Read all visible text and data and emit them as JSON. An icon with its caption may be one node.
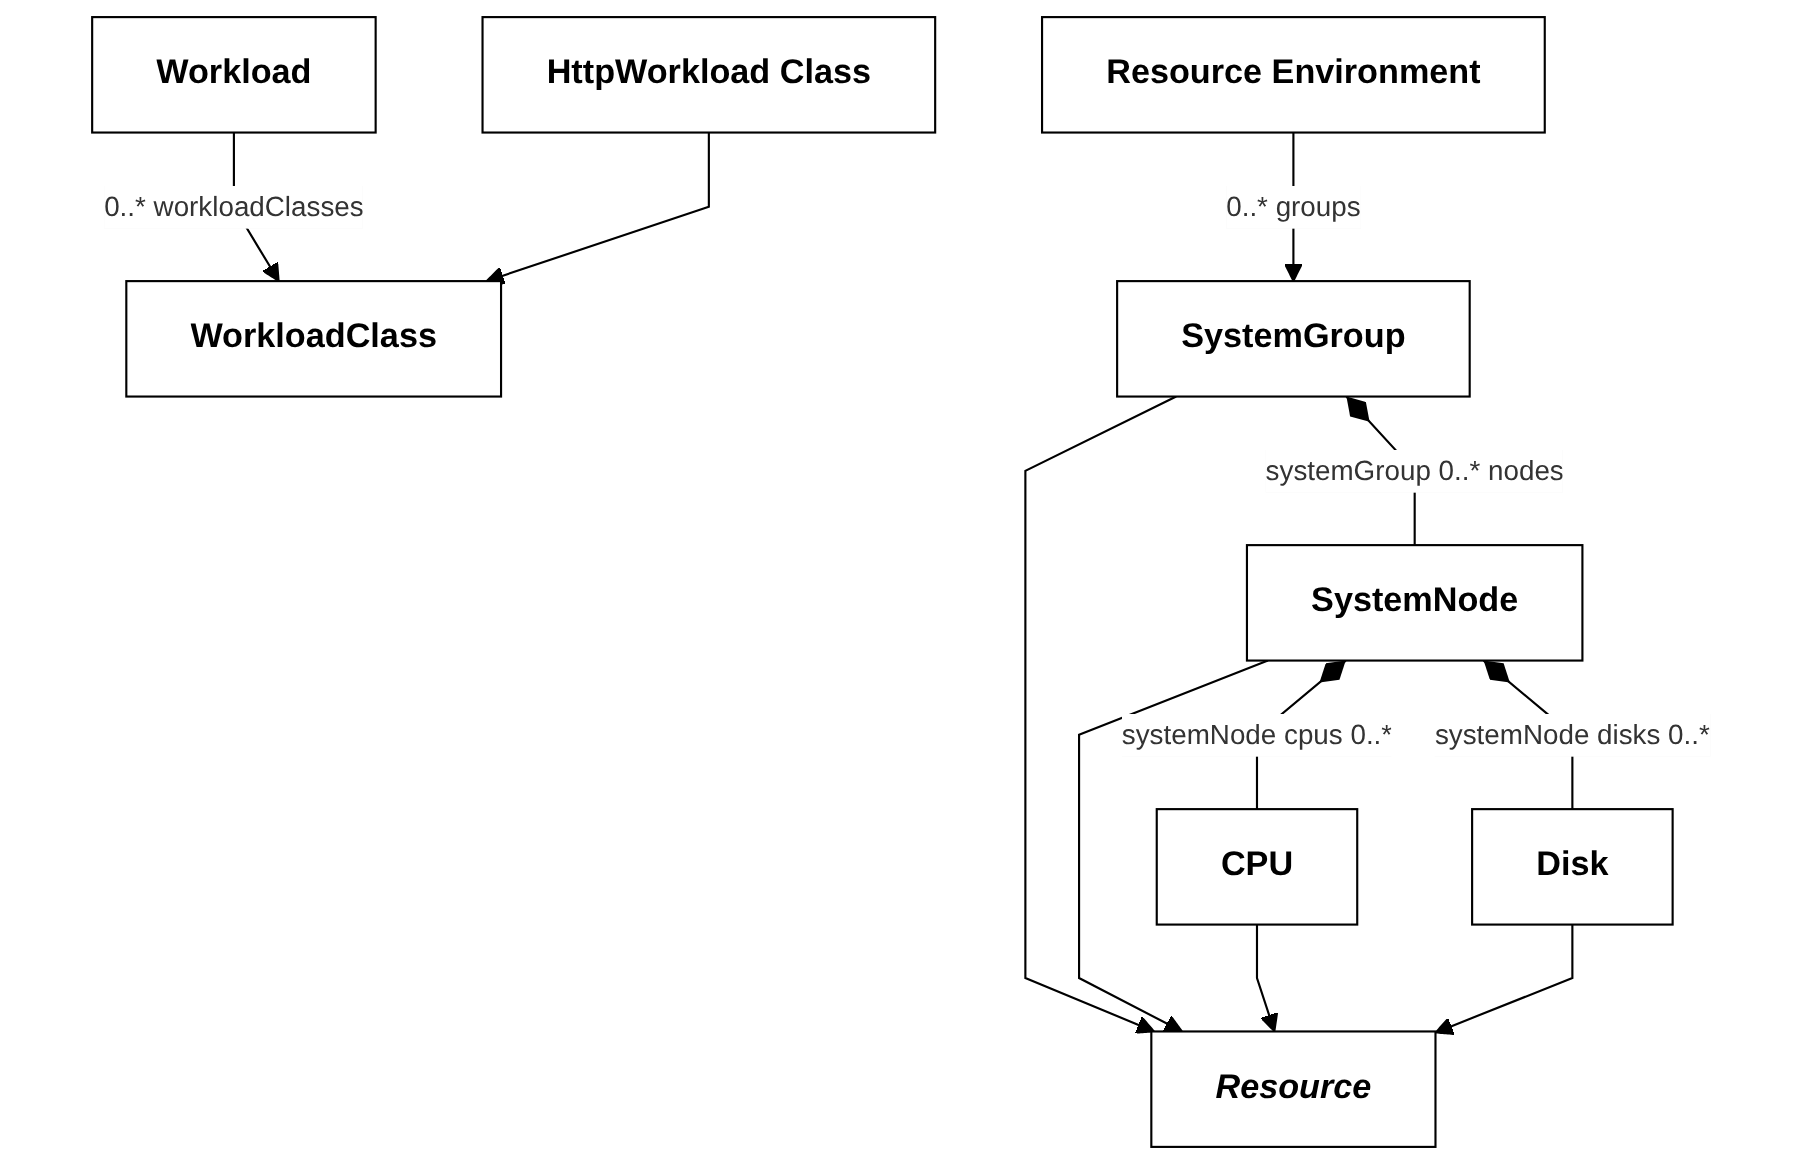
{
  "diagram": {
    "nodes": [
      {
        "text": [
          "Workload"
        ]
      },
      {
        "text": [
          "WorkloadClass"
        ]
      },
      {
        "text": [
          "HttpWorkload Class"
        ]
      },
      {
        "text": [
          "Resource Environment"
        ]
      },
      {
        "text": [
          "SystemGroup"
        ]
      },
      {
        "text": [
          "SystemNode"
        ]
      },
      {
        "text": [
          "Resource"
        ]
      },
      {
        "text": [
          "CPU"
        ]
      },
      {
        "text": [
          "Disk"
        ]
      }
    ],
    "edges": [
      {
        "from": 0,
        "to": 1,
        "arrow": "to",
        "label": "0..* workloadClasses"
      },
      {
        "from": 2,
        "to": 1,
        "arrow": "to"
      },
      {
        "from": 3,
        "to": 4,
        "arrow": "to",
        "label": "0..* groups"
      },
      {
        "from": 4,
        "to": 5,
        "arrow": "other",
        "label": "systemGroup 0..* nodes"
      },
      {
        "from": 5,
        "to": 7,
        "arrow": "other",
        "label": "systemNode cpus 0..*"
      },
      {
        "from": 5,
        "to": 8,
        "arrow": "other",
        "label": "systemNode disks 0..*"
      },
      {
        "from": 4,
        "to": 6,
        "arrow": "to"
      },
      {
        "from": 5,
        "to": 6,
        "arrow": "to"
      },
      {
        "from": 7,
        "to": 6,
        "arrow": "to"
      },
      {
        "from": 8,
        "to": 6,
        "arrow": "to"
      }
    ]
  }
}
